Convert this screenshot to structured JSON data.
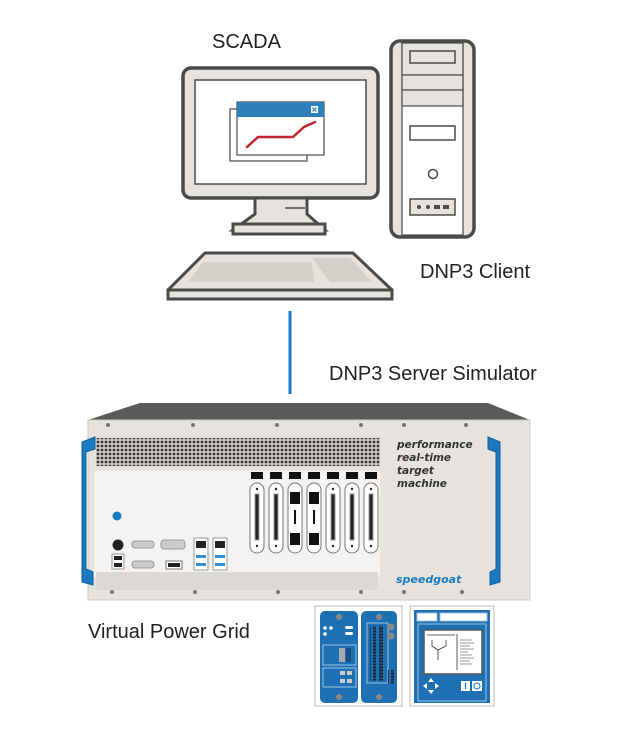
{
  "labels": {
    "scada": "SCADA",
    "dnp3_client": "DNP3 Client",
    "dnp3_server": "DNP3 Server Simulator",
    "virtual_grid": "Virtual Power Grid"
  },
  "target_machine": {
    "tagline": [
      "performance",
      "real-time",
      "target",
      "machine"
    ],
    "brand": "speedgoat"
  },
  "colors": {
    "accent_blue": "#1a7abf",
    "link_line": "#1a7abf",
    "trend_line": "#c0282d",
    "window_titlebar": "#2f7fb8",
    "outline": "#4a4a4a",
    "device_fill": "#e6e3de",
    "chassis_top": "#5a5a5a",
    "ied_blue": "#1e6fb3"
  },
  "icons": {
    "window_close": "close-icon"
  }
}
